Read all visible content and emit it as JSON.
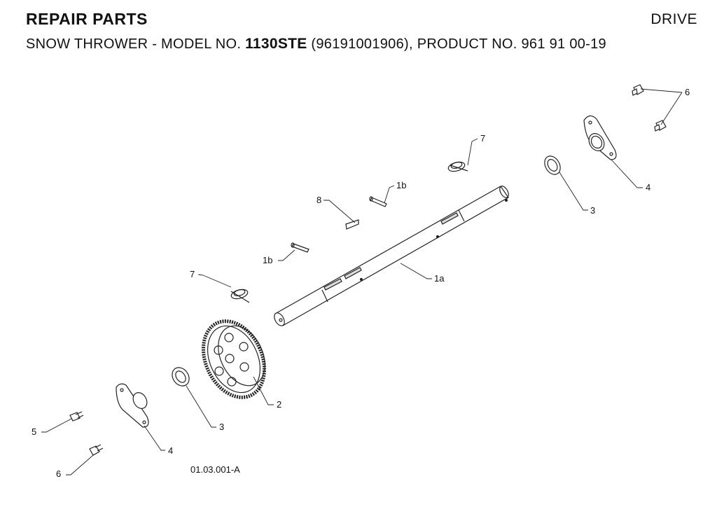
{
  "header": {
    "title": "REPAIR PARTS",
    "section": "DRIVE",
    "subtitle_prefix": "SNOW THROWER - MODEL NO. ",
    "model": "1130STE",
    "subtitle_suffix": " (96191001906), PRODUCT NO. 961 91 00-19"
  },
  "diagram": {
    "drawing_code": "01.03.001-A",
    "callouts": [
      {
        "id": "6",
        "label": "6"
      },
      {
        "id": "7",
        "label": "7"
      },
      {
        "id": "1b",
        "label": "1b"
      },
      {
        "id": "4",
        "label": "4"
      },
      {
        "id": "8",
        "label": "8"
      },
      {
        "id": "3",
        "label": "3"
      },
      {
        "id": "1b",
        "label": "1b"
      },
      {
        "id": "7",
        "label": "7"
      },
      {
        "id": "1a",
        "label": "1a"
      },
      {
        "id": "2",
        "label": "2"
      },
      {
        "id": "3",
        "label": "3"
      },
      {
        "id": "5",
        "label": "5"
      },
      {
        "id": "4",
        "label": "4"
      },
      {
        "id": "6",
        "label": "6"
      }
    ]
  }
}
